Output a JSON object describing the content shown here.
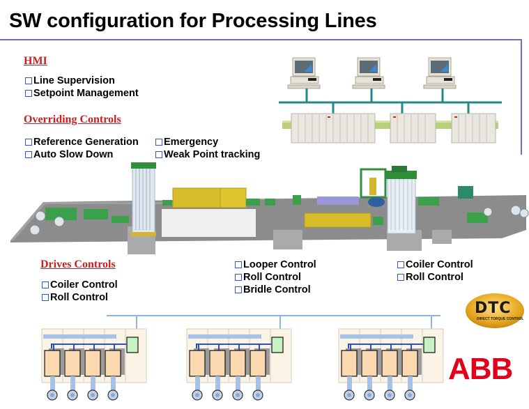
{
  "title": "SW configuration for Processing Lines",
  "sections": {
    "hmi": {
      "heading": "HMI",
      "items": [
        "Line Supervision",
        "Setpoint Management"
      ]
    },
    "overriding": {
      "heading": "Overriding Controls",
      "items_left": [
        "Reference Generation",
        "Auto Slow Down"
      ],
      "items_right": [
        "Emergency",
        "Weak Point tracking"
      ]
    },
    "drives": {
      "heading": "Drives Controls",
      "group_entry": [
        "Coiler Control",
        "Roll Control"
      ],
      "group_center": [
        "Looper Control",
        "Roll Control",
        "Bridle Control"
      ],
      "group_exit": [
        "Coiler Control",
        "Roll Control"
      ]
    }
  },
  "logos": {
    "dtc_main": "DTC",
    "dtc_sub": "DIRECT TORQUE CONTROL",
    "abb": "ABB"
  },
  "colors": {
    "heading_red": "#cc1f1f",
    "checkbox_blue": "#2f56d6",
    "rule_blue": "#6a6ec0",
    "network_teal": "#1f8a8a",
    "bus_lightblue": "#8fb3db",
    "abb_red": "#e2001a"
  },
  "diagram": {
    "hmi_workstations": 3,
    "plc_racks": 3,
    "drive_cabinets": 3,
    "drives_per_cabinet": 4
  }
}
